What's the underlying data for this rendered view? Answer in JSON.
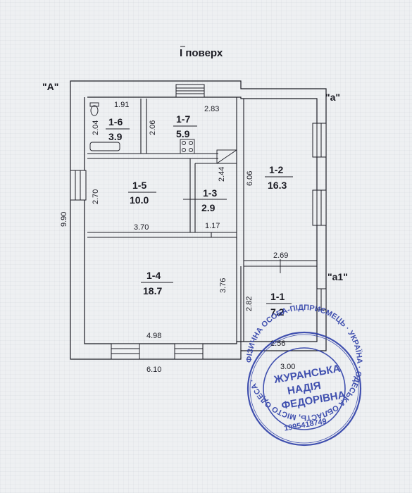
{
  "floor_title": "I поверх",
  "corner_labels": {
    "a_upper": "\"А\"",
    "a_lower": "\"а\"",
    "a1": "\"а1\""
  },
  "rooms": [
    {
      "id": "1-1",
      "area": "7.2"
    },
    {
      "id": "1-2",
      "area": "16.3"
    },
    {
      "id": "1-3",
      "area": "2.9"
    },
    {
      "id": "1-4",
      "area": "18.7"
    },
    {
      "id": "1-5",
      "area": "10.0"
    },
    {
      "id": "1-6",
      "area": "3.9"
    },
    {
      "id": "1-7",
      "area": "5.9"
    }
  ],
  "dimensions": {
    "d_1_91": "1.91",
    "d_2_83": "2.83",
    "d_2_04": "2.04",
    "d_2_06": "2.06",
    "d_2_44": "2.44",
    "d_6_06": "6.06",
    "d_2_70": "2.70",
    "d_9_90": "9.90",
    "d_3_70": "3.70",
    "d_1_17": "1.17",
    "d_2_69": "2.69",
    "d_3_76": "3.76",
    "d_2_82": "2.82",
    "d_4_98": "4.98",
    "d_2_56": "2.56",
    "d_3_00": "3.00",
    "d_6_10": "6.10"
  },
  "stamp": {
    "ring_text": "ФІЗИЧНА ОСОБА-ПІДПРИЄМЕЦЬ · УКРАЇНА · ОДЕСЬКА ОБЛАСТЬ, МІСТО ОДЕСА ·",
    "name_line_1": "ЖУРАНСЬКА",
    "name_line_2": "НАДІЯ",
    "name_line_3": "ФЕДОРІВНА",
    "code": "1995418749",
    "color": "#2e3fa8"
  },
  "colors": {
    "ink": "#1c1c24",
    "paper": "#eef0f2"
  }
}
